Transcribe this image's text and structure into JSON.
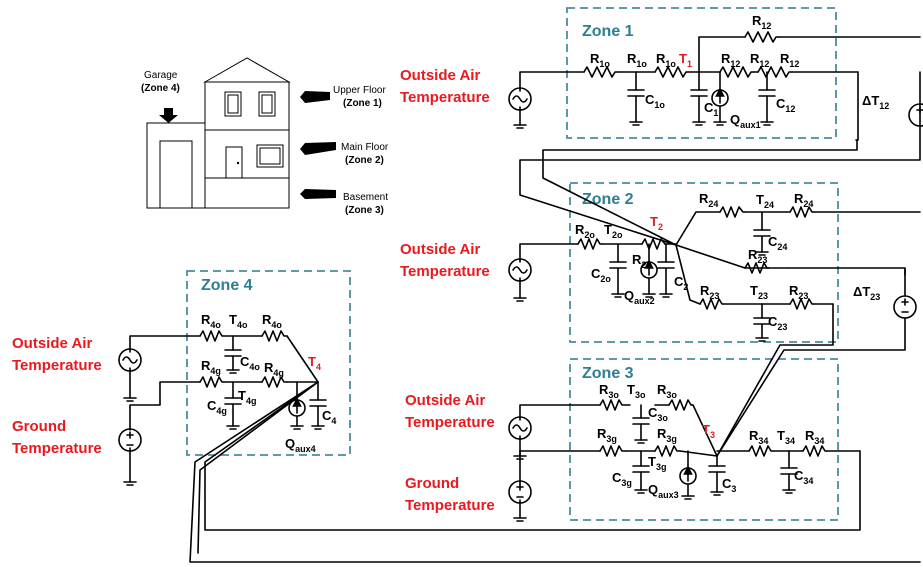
{
  "house": {
    "garage": "Garage",
    "garage_zone": "(Zone 4)",
    "upper_floor": "Upper Floor",
    "upper_zone": "(Zone 1)",
    "main_floor": "Main Floor",
    "main_zone": "(Zone 2)",
    "basement": "Basement",
    "basement_zone": "(Zone 3)"
  },
  "zones": {
    "z1": "Zone 1",
    "z2": "Zone 2",
    "z3": "Zone 3",
    "z4": "Zone 4"
  },
  "sources": {
    "outside_air_1": "Outside Air",
    "temperature": "Temperature",
    "ground_1": "Ground"
  },
  "nodes": {
    "T1": "T",
    "T1s": "1",
    "T2": "T",
    "T2s": "2",
    "T3": "T",
    "T3s": "3",
    "T4": "T",
    "T4s": "4"
  },
  "labels": {
    "R": "R",
    "C": "C",
    "T": "T",
    "Q": "Q",
    "dT": "ΔT",
    "s1o": "1o",
    "s12": "12",
    "s1": "1",
    "saux1": "aux1",
    "s2o": "2o",
    "s24": "24",
    "s23": "23",
    "s2": "2",
    "saux2": "aux2",
    "s3o": "3o",
    "s3g": "3g",
    "s34": "34",
    "s3": "3",
    "saux3": "aux3",
    "s4o": "4o",
    "s4g": "4g",
    "s4": "4",
    "saux4": "aux4"
  }
}
